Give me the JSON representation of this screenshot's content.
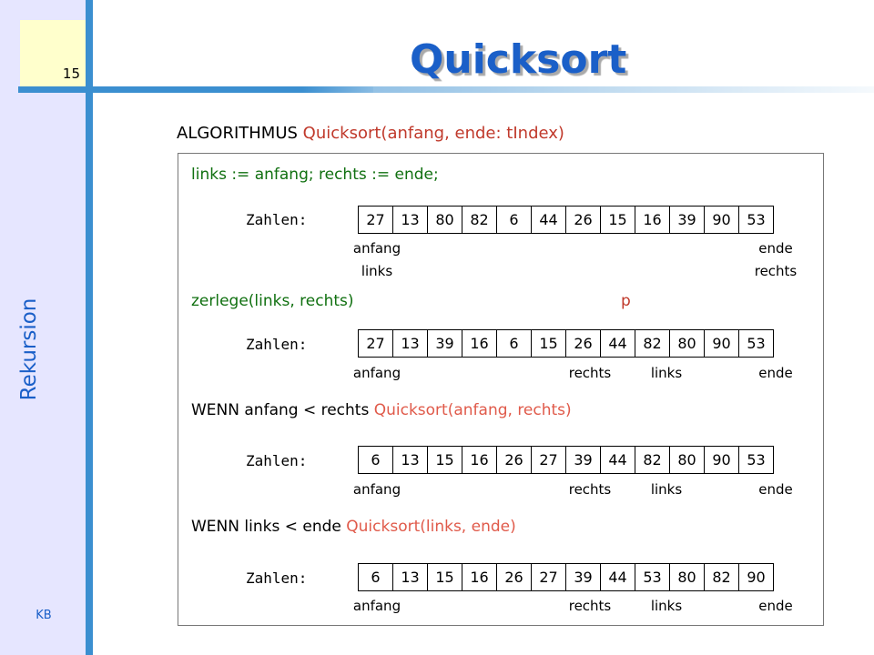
{
  "slide": {
    "page_number": "15",
    "side_title": "Rekursion",
    "footer": "KB",
    "title": "Quicksort"
  },
  "algorithm": {
    "keyword": "ALGORITHMUS",
    "signature": "Quicksort(anfang, ende: tIndex)"
  },
  "steps": {
    "init": "links := anfang; rechts := ende;",
    "partition": "zerlege(links, rechts)",
    "pivot_label": "p",
    "cond1": "WENN anfang < rechts",
    "call1": "Quicksort(anfang, rechts)",
    "cond2": "WENN links < ende",
    "call2": "Quicksort(links, ende)"
  },
  "arrays": [
    {
      "label": "Zahlen:",
      "values": [
        "27",
        "13",
        "80",
        "82",
        "6",
        "44",
        "26",
        "15",
        "16",
        "39",
        "90",
        "53"
      ],
      "labels_row1": {
        "anfang": "anfang",
        "ende": "ende"
      },
      "labels_row2": {
        "links": "links",
        "rechts": "rechts"
      }
    },
    {
      "label": "Zahlen:",
      "values": [
        "27",
        "13",
        "39",
        "16",
        "6",
        "15",
        "26",
        "44",
        "82",
        "80",
        "90",
        "53"
      ],
      "labels": {
        "anfang": "anfang",
        "rechts": "rechts",
        "links": "links",
        "ende": "ende"
      }
    },
    {
      "label": "Zahlen:",
      "values": [
        "6",
        "13",
        "15",
        "16",
        "26",
        "27",
        "39",
        "44",
        "82",
        "80",
        "90",
        "53"
      ],
      "labels": {
        "anfang": "anfang",
        "rechts": "rechts",
        "links": "links",
        "ende": "ende"
      }
    },
    {
      "label": "Zahlen:",
      "values": [
        "6",
        "13",
        "15",
        "16",
        "26",
        "27",
        "39",
        "44",
        "53",
        "80",
        "82",
        "90"
      ],
      "labels": {
        "anfang": "anfang",
        "rechts": "rechts",
        "links": "links",
        "ende": "ende"
      }
    }
  ]
}
